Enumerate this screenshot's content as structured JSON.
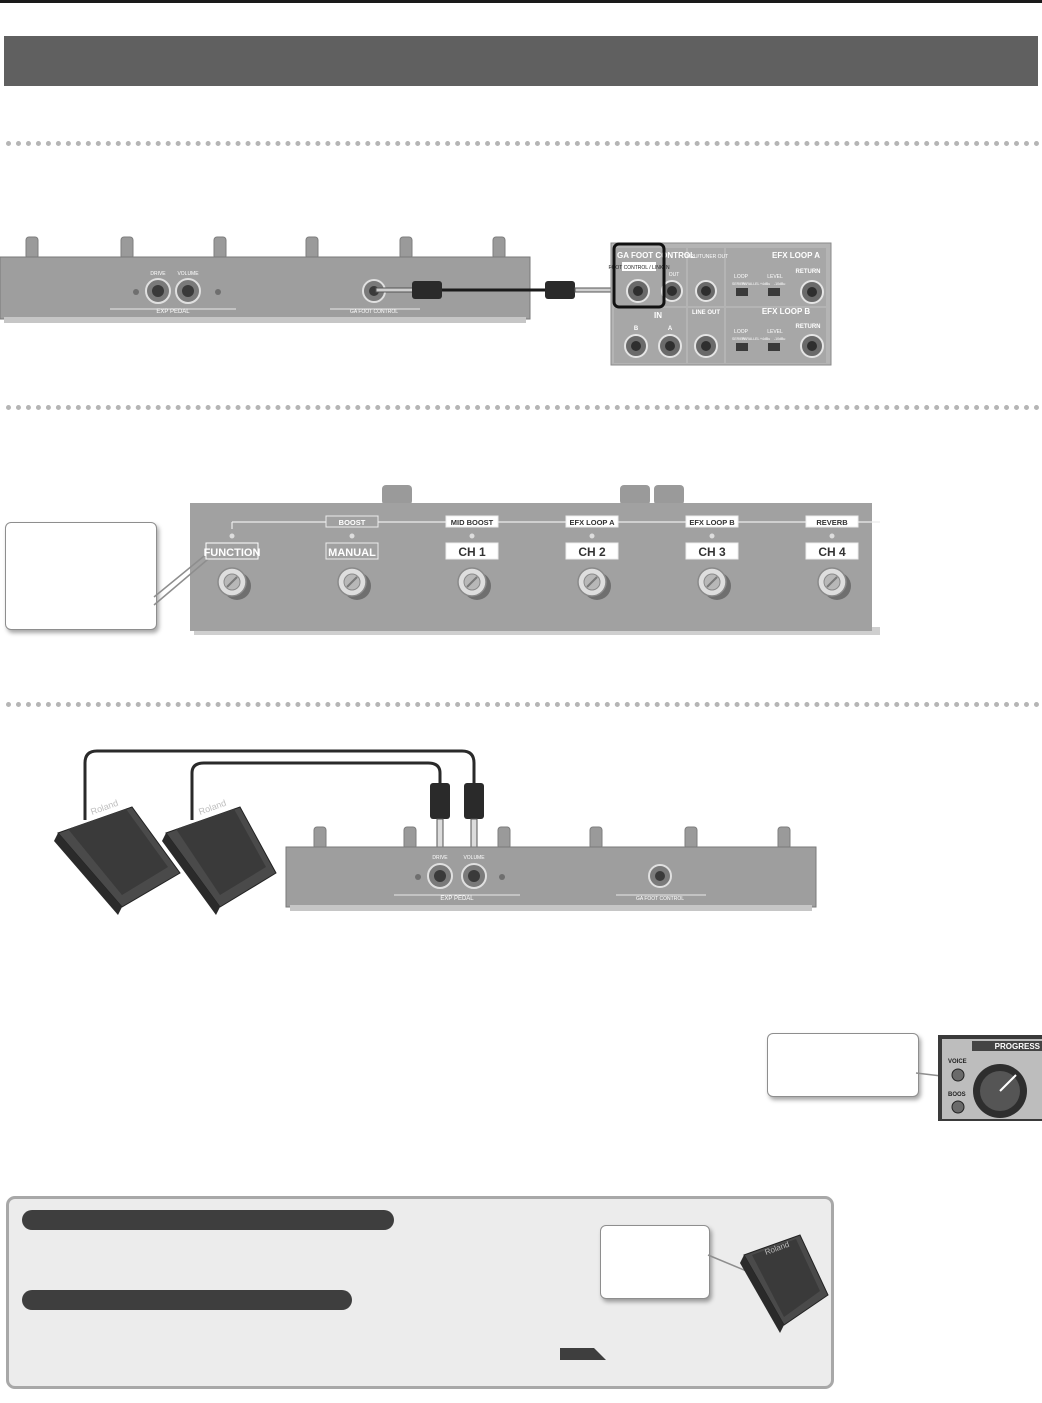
{
  "panel_a": {
    "exp_pedal_label": "EXP PEDAL",
    "drive_label": "DRIVE",
    "volume_label": "VOLUME",
    "foot_control_label": "GA FOOT CONTROL"
  },
  "amp_panel": {
    "ga_foot_control": "GA FOOT CONTROL",
    "foot_control_link_in": "FOOT CONTROL / LINK IN",
    "out_label": "OUT",
    "thru_label": "THRU/TUNER OUT",
    "line_out": "LINE OUT",
    "efx_loop_a": "EFX LOOP A",
    "efx_loop_b": "EFX LOOP B",
    "loop": "LOOP",
    "level": "LEVEL",
    "return": "RETURN",
    "series": "SERIES",
    "parallel": "PARALLEL",
    "level_plus4": "+4dBu",
    "level_minus10": "-10dBu",
    "in_label": "IN",
    "jack_b": "B",
    "jack_a": "A"
  },
  "panel_b": {
    "buttons": [
      {
        "label": "FUNCTION",
        "header": ""
      },
      {
        "label": "MANUAL",
        "header": "BOOST"
      },
      {
        "label": "CH 1",
        "header": "MID BOOST"
      },
      {
        "label": "CH 2",
        "header": "EFX LOOP A"
      },
      {
        "label": "CH 3",
        "header": "EFX LOOP B"
      },
      {
        "label": "CH 4",
        "header": "REVERB"
      }
    ]
  },
  "panel_c": {
    "drive_label": "DRIVE",
    "volume_label": "VOLUME",
    "exp_pedal_label": "EXP PEDAL",
    "foot_control_label": "GA FOOT CONTROL",
    "pedal_brand": "Roland"
  },
  "knob_panel": {
    "progress": "PROGRESS",
    "voice": "VOICE",
    "boost": "BOOS"
  },
  "colors": {
    "title_bar": "#606060",
    "pill": "#3e3e3e",
    "tip_bg": "#ececec"
  }
}
